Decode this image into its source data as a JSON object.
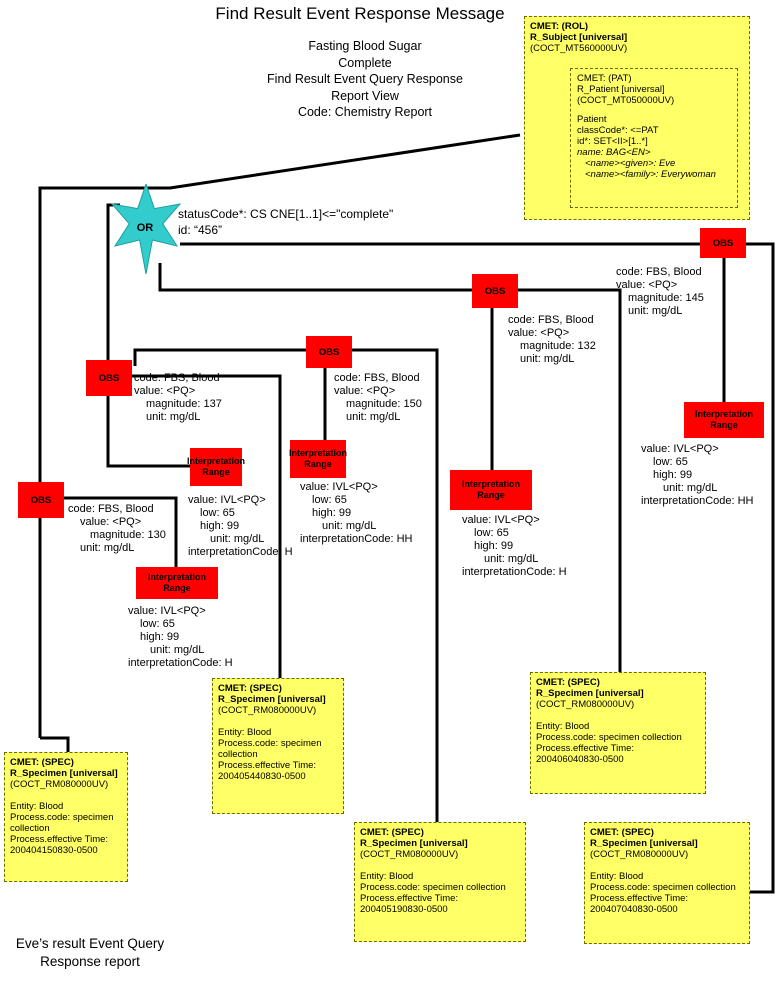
{
  "title": "Find Result Event Response Message",
  "subtitle": [
    "Fasting Blood Sugar",
    "Complete",
    "Find Result Event Query Response",
    "Report View",
    "Code: Chemistry Report"
  ],
  "root": {
    "label": "OR",
    "status_line": "statusCode*: CS CNE[1..1]<=\"complete\"",
    "id_line": "id: “456”",
    "color": "#33cccc"
  },
  "subject": {
    "header": "CMET: (ROL)",
    "name": "R_Subject [universal]",
    "code": "(COCT_MT560000UV)",
    "patient": {
      "header": "CMET: (PAT)",
      "name": "R_Patient [universal]",
      "code": "(COCT_MT050000UV)",
      "class_title": "Patient",
      "class_code": "classCode*: <=PAT",
      "id": "id*: SET<II>[1..*]",
      "name_attr": "name: BAG<EN>",
      "given": "<name><given>: Eve",
      "family": "<name><family>: Everywoman"
    }
  },
  "obs_label": "OBS",
  "range_label": "Interpretation Range",
  "observations": [
    {
      "code": "code:  FBS, Blood",
      "value": "value:  <PQ>",
      "magnitude": "magnitude: 130",
      "unit": "unit:  mg/dL",
      "range": {
        "value": "value: IVL<PQ>",
        "low": "low: 65",
        "high": "high: 99",
        "unit": "unit: mg/dL",
        "interpretation": "interpretationCode: H"
      }
    },
    {
      "code": "code:  FBS, Blood",
      "value": "value:  <PQ>",
      "magnitude": "magnitude: 137",
      "unit": "unit:  mg/dL",
      "range": {
        "value": "value: IVL<PQ>",
        "low": "low: 65",
        "high": "high: 99",
        "unit": "unit: mg/dL",
        "interpretation": "interpretationCode: H"
      }
    },
    {
      "code": "code:  FBS, Blood",
      "value": "value:  <PQ>",
      "magnitude": "magnitude: 150",
      "unit": "unit:  mg/dL",
      "range": {
        "value": "value: IVL<PQ>",
        "low": "low: 65",
        "high": "high: 99",
        "unit": "unit: mg/dL",
        "interpretation": "interpretationCode: HH"
      }
    },
    {
      "code": "code:  FBS, Blood",
      "value": "value:  <PQ>",
      "magnitude": "magnitude: 132",
      "unit": "unit:  mg/dL",
      "range": {
        "value": "value: IVL<PQ>",
        "low": "low: 65",
        "high": "high: 99",
        "unit": "unit: mg/dL",
        "interpretation": "interpretationCode: H"
      }
    },
    {
      "code": "code:  FBS, Blood",
      "value": "value:  <PQ>",
      "magnitude": "magnitude: 145",
      "unit": "unit:  mg/dL",
      "range": {
        "value": "value: IVL<PQ>",
        "low": "low: 65",
        "high": "high: 99",
        "unit": "unit: mg/dL",
        "interpretation": "interpretationCode: HH"
      }
    }
  ],
  "specimens": [
    {
      "header": "CMET: (SPEC)",
      "name": "R_Specimen [universal]",
      "code": "(COCT_RM080000UV)",
      "entity": "Entity: Blood",
      "process_code": "Process.code: specimen collection",
      "time_label": "Process.effective Time:",
      "time": "200404150830-0500"
    },
    {
      "header": "CMET: (SPEC)",
      "name": "R_Specimen [universal]",
      "code": "(COCT_RM080000UV)",
      "entity": "Entity: Blood",
      "process_code": "Process.code: specimen collection",
      "time_label": "Process.effective Time:",
      "time": "200405440830-0500"
    },
    {
      "header": "CMET: (SPEC)",
      "name": "R_Specimen [universal]",
      "code": "(COCT_RM080000UV)",
      "entity": "Entity: Blood",
      "process_code": "Process.code: specimen collection",
      "time_label": "Process.effective Time:",
      "time": "200405190830-0500"
    },
    {
      "header": "CMET: (SPEC)",
      "name": "R_Specimen [universal]",
      "code": "(COCT_RM080000UV)",
      "entity": "Entity: Blood",
      "process_code": "Process.code: specimen collection",
      "time_label": "Process.effective Time:",
      "time": "200406040830-0500"
    },
    {
      "header": "CMET: (SPEC)",
      "name": "R_Specimen [universal]",
      "code": "(COCT_RM080000UV)",
      "entity": "Entity: Blood",
      "process_code": "Process.code: specimen collection",
      "time_label": "Process.effective Time:",
      "time": "200407040830-0500"
    }
  ],
  "footer": [
    "Eve’s result Event Query",
    "Response report"
  ],
  "colors": {
    "obs": "#ff0000",
    "cmet": "#ffff66",
    "root": "#33cccc",
    "line": "#000000"
  }
}
